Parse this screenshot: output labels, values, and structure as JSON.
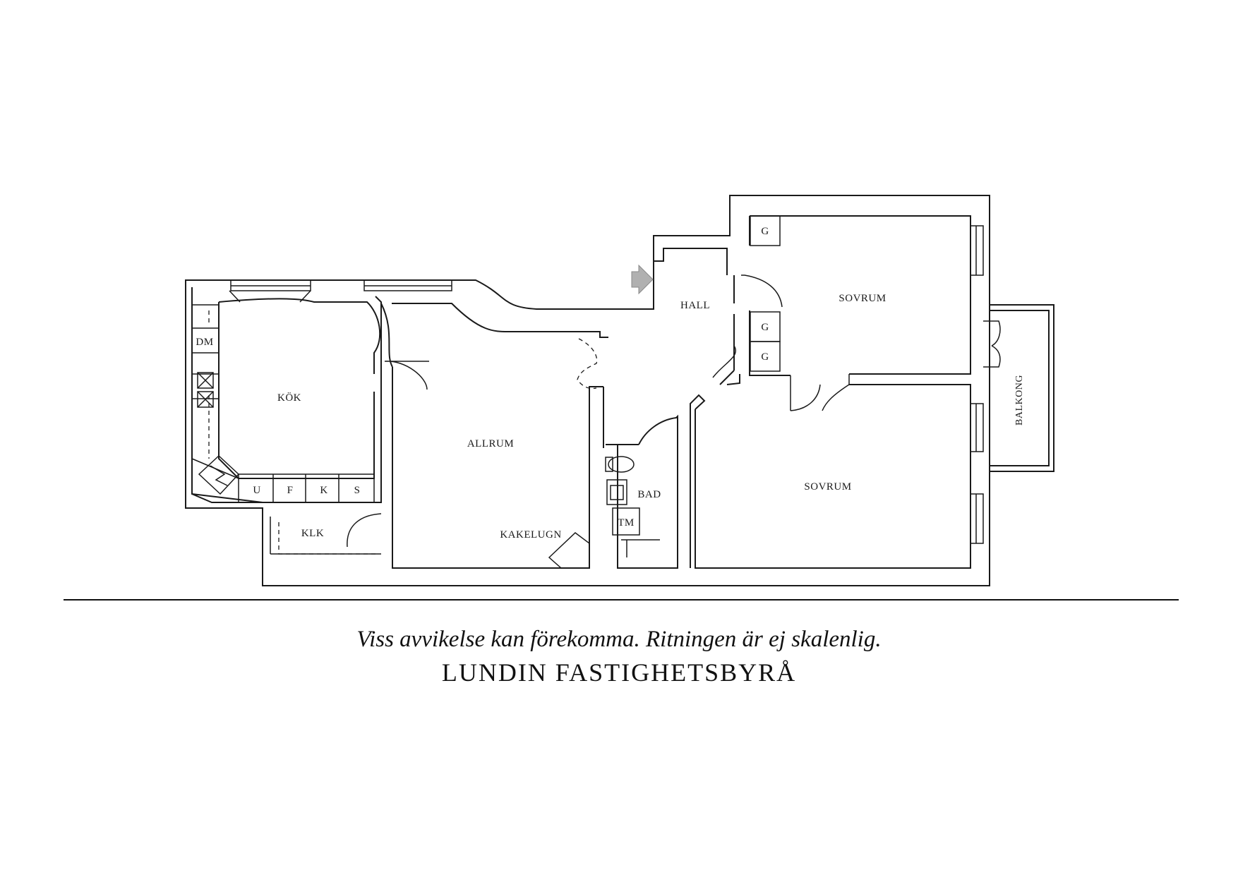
{
  "plan": {
    "rooms": {
      "kok": "KÖK",
      "allrum": "ALLRUM",
      "hall": "HALL",
      "sovrum_top": "SOVRUM",
      "sovrum_bottom": "SOVRUM",
      "bad": "BAD",
      "klk": "KLK",
      "balkong": "BALKONG"
    },
    "fixtures": {
      "dm": "DM",
      "tm": "TM",
      "kakelugn": "KAKELUGN",
      "u": "U",
      "f": "F",
      "k": "K",
      "s": "S",
      "g1": "G",
      "g2": "G",
      "g3": "G"
    }
  },
  "footer": {
    "disclaimer": "Viss avvikelse kan förekomma. Ritningen är ej skalenlig.",
    "company": "LUNDIN FASTIGHETSBYRÅ"
  }
}
